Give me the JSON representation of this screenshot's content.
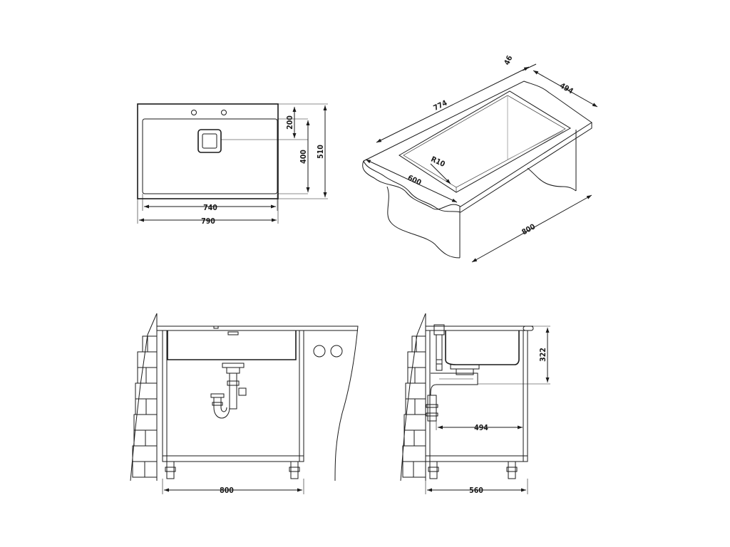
{
  "drawing": {
    "top_view": {
      "dims": {
        "d200": "200",
        "d400": "400",
        "d510": "510",
        "d740": "740",
        "d790": "790"
      }
    },
    "iso_view": {
      "dims": {
        "d46": "46",
        "d494": "494",
        "d774": "774",
        "r10": "R10",
        "d600": "600",
        "d800": "800"
      }
    },
    "front_view": {
      "dims": {
        "d800": "800"
      }
    },
    "side_view": {
      "dims": {
        "d322": "322",
        "d494": "494",
        "d560": "560"
      }
    }
  }
}
